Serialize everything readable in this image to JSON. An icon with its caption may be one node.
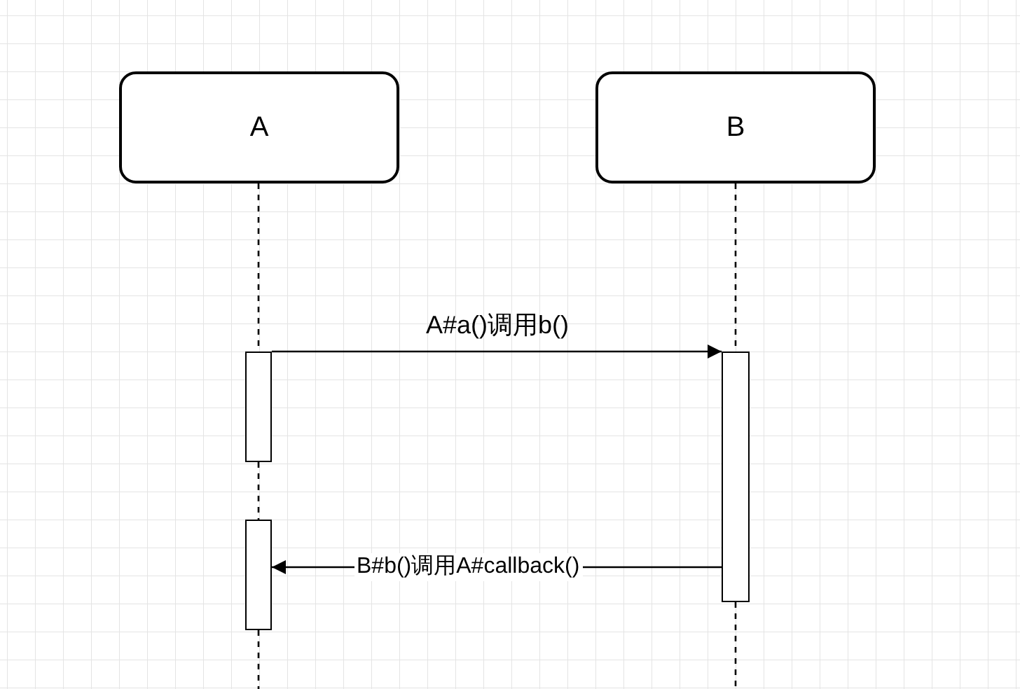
{
  "diagram": {
    "nodes": [
      {
        "text": [
          "A"
        ]
      },
      {
        "text": [
          "B"
        ]
      },
      {
        "text": [],
        "shape": "bar"
      },
      {
        "text": [],
        "shape": "bar"
      },
      {
        "text": [],
        "shape": "bar"
      }
    ],
    "edges": [
      {
        "from": 0,
        "to": 2,
        "arrow": "none",
        "style": "dashed"
      },
      {
        "from": 2,
        "to": 3,
        "arrow": "none",
        "style": "dashed"
      },
      {
        "from": 3,
        "to": null,
        "arrow": "none",
        "style": "dashed"
      },
      {
        "from": 1,
        "to": 4,
        "arrow": "none",
        "style": "dashed"
      },
      {
        "from": 4,
        "to": null,
        "arrow": "none",
        "style": "dashed"
      },
      {
        "from": 2,
        "to": 4,
        "arrow": "to",
        "label": "A#a()调用b()"
      },
      {
        "from": 4,
        "to": 3,
        "arrow": "to",
        "label": "B#b()调用A#callback()"
      }
    ]
  }
}
